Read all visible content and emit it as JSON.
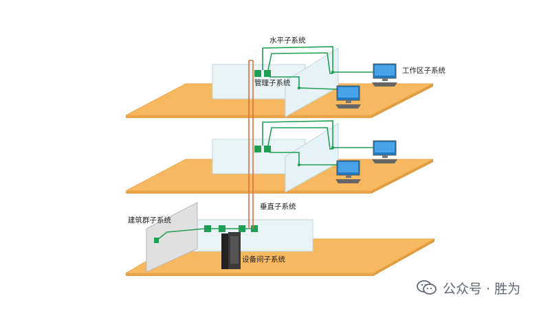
{
  "labels": {
    "horizontal": "水平子系统",
    "admin": "管理子系统",
    "workarea": "工作区子系统",
    "vertical": "垂直子系统",
    "campus": "建筑群子系统",
    "equipment": "设备间子系统"
  },
  "watermark": {
    "text": "公众号 · 胜为",
    "icon": "wechat-icon"
  },
  "colors": {
    "floor": "#f8b85f",
    "floor_edge": "#e8a84f",
    "glass": "#e9f4f6",
    "glass_edge": "#bcd6dc",
    "cable_green": "#1f9e55",
    "riser": "#e0703a",
    "monitor": "#1f7bc4",
    "rack": "#222222"
  }
}
